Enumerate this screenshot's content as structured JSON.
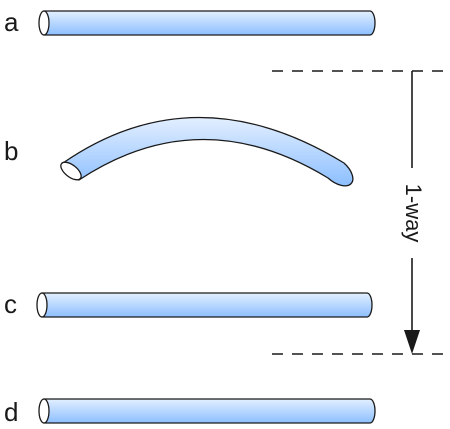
{
  "panels": {
    "a": "a",
    "b": "b",
    "c": "c",
    "d": "d"
  },
  "annotation": {
    "label": "1-way"
  },
  "colors": {
    "tube_fill_light": "#e3efff",
    "tube_fill_dark": "#8cbfff",
    "outline": "#1a1a1a"
  }
}
